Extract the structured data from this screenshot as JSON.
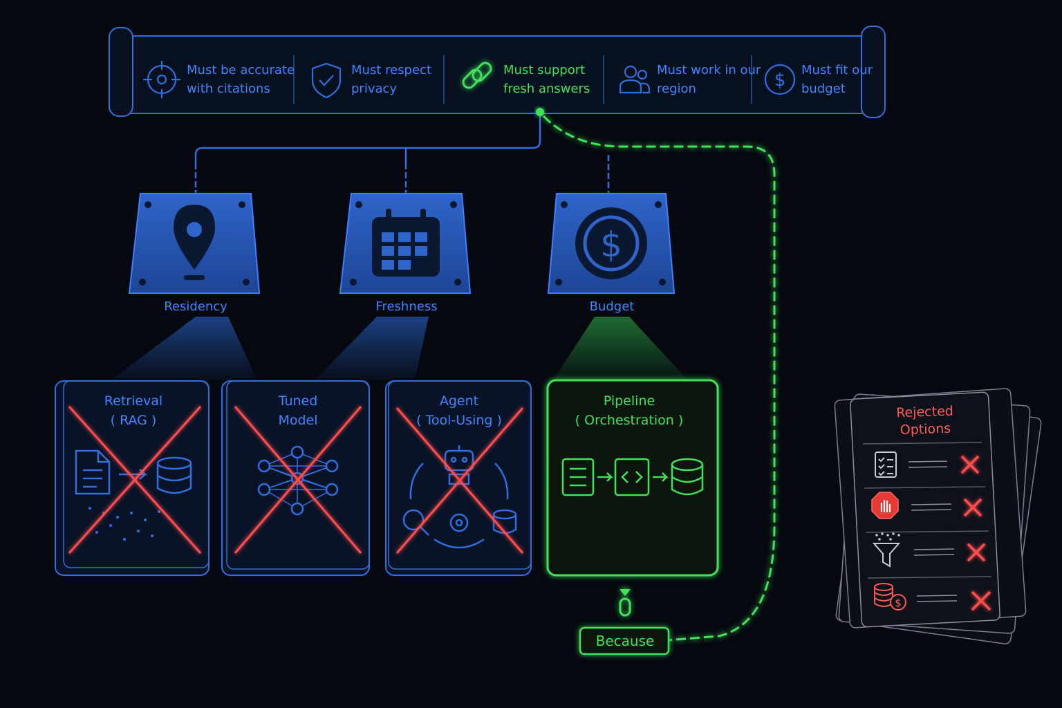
{
  "requirements": [
    {
      "line1": "Must be accurate",
      "line2": "with citations",
      "icon": "crosshair-icon",
      "highlight": false
    },
    {
      "line1": "Must respect",
      "line2": "privacy",
      "icon": "shield-check-icon",
      "highlight": false
    },
    {
      "line1": "Must support",
      "line2": "fresh answers",
      "icon": "link-icon",
      "highlight": true
    },
    {
      "line1": "Must work in our",
      "line2": "region",
      "icon": "users-icon",
      "highlight": false
    },
    {
      "line1": "Must fit our",
      "line2": "budget",
      "icon": "dollar-icon",
      "highlight": false
    }
  ],
  "constraints": [
    {
      "label": "Residency",
      "icon": "location-pin-icon"
    },
    {
      "label": "Freshness",
      "icon": "calendar-icon"
    },
    {
      "label": "Budget",
      "icon": "dollar-coin-icon"
    }
  ],
  "options": [
    {
      "line1": "Retrieval",
      "line2": "( RAG )",
      "rejected": true,
      "icon": "document-to-database-icon"
    },
    {
      "line1": "Tuned",
      "line2": "Model",
      "rejected": true,
      "icon": "neural-network-icon"
    },
    {
      "line1": "Agent",
      "line2": "( Tool-Using )",
      "rejected": true,
      "icon": "robot-tools-icon"
    },
    {
      "line1": "Pipeline",
      "line2": "( Orchestration )",
      "rejected": false,
      "icon": "pipeline-flow-icon"
    }
  ],
  "because_label": "Because",
  "rejected_panel": {
    "title_line1": "Rejected",
    "title_line2": "Options",
    "items": [
      {
        "icon": "checklist-icon"
      },
      {
        "icon": "stop-hand-icon"
      },
      {
        "icon": "funnel-icon"
      },
      {
        "icon": "coins-dollar-icon"
      }
    ]
  },
  "colors": {
    "blue": "#2f6fe0",
    "green": "#3fe35a",
    "red": "#ff4d4d",
    "background": "#05080f"
  }
}
